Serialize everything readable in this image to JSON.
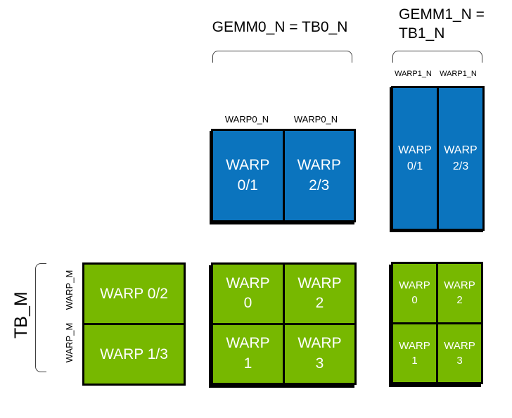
{
  "headers": {
    "gemm0": "GEMM0_N = TB0_N",
    "gemm1": "GEMM1_N =\nTB1_N"
  },
  "labels": {
    "warp0_n": "WARP0_N",
    "warp1_n": "WARP1_N",
    "tb_m": "TB_M",
    "warp_m": "WARP_M"
  },
  "grids": {
    "blue_center": {
      "cells": [
        "WARP\n0/1",
        "WARP\n2/3"
      ]
    },
    "blue_right": {
      "cells": [
        "WARP\n0/1",
        "WARP\n2/3"
      ]
    },
    "green_left": {
      "cells": [
        "WARP 0/2",
        "WARP 1/3"
      ]
    },
    "green_center": {
      "cells": [
        "WARP\n0",
        "WARP\n2",
        "WARP\n1",
        "WARP\n3"
      ]
    },
    "green_right": {
      "cells": [
        "WARP\n0",
        "WARP\n2",
        "WARP\n1",
        "WARP\n3"
      ]
    }
  },
  "colors": {
    "warp_blue": "#0b74be",
    "warp_green": "#77b800",
    "box_border": "#000000",
    "bracket": "#404040",
    "label_text": "#000000",
    "cell_text": "#ffffff"
  }
}
